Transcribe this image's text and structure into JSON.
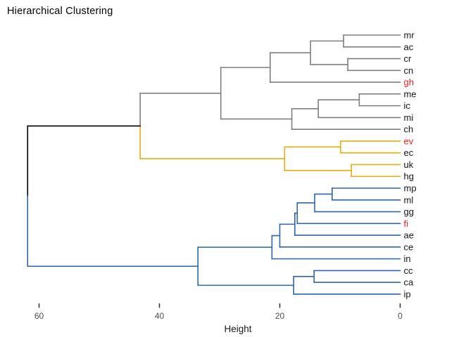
{
  "title": "Hierarchical Clustering",
  "colors": {
    "background": "#ffffff",
    "root_branch": "#000000",
    "gray_cluster": "#7f7f7f",
    "gold_cluster": "#E9AE0E",
    "blue_cluster": "#2A65B5",
    "leaf_label": "#141414",
    "highlight_label": "#F8201D",
    "tick_mark": "#333333",
    "tick_label": "#4d4d4d",
    "axis_label": "#1a1a1a"
  },
  "chart_data": {
    "type": "dendrogram",
    "title": "Hierarchical Clustering",
    "xlabel": "Height",
    "orientation": "horizontal-root-left",
    "grid": false,
    "legend": false,
    "x_axis": {
      "tick_values": [
        60,
        40,
        20,
        0
      ],
      "tick_labels": [
        "60",
        "40",
        "20",
        "0"
      ],
      "reversed": true,
      "range": [
        0,
        63
      ]
    },
    "leaf_order_top_to_bottom": [
      "mr",
      "ac",
      "cr",
      "cn",
      "gh",
      "me",
      "ic",
      "mi",
      "ch",
      "ev",
      "ec",
      "uk",
      "hg",
      "mp",
      "ml",
      "gg",
      "fi",
      "ae",
      "ce",
      "in",
      "cc",
      "ca",
      "ip"
    ],
    "highlighted_leaves": [
      "gh",
      "ev",
      "fi"
    ],
    "clusters": [
      {
        "name": "cluster-gray",
        "color_key": "gray",
        "leaves": [
          "mr",
          "ac",
          "cr",
          "cn",
          "gh",
          "me",
          "ic",
          "mi",
          "ch"
        ]
      },
      {
        "name": "cluster-gold",
        "color_key": "gold",
        "leaves": [
          "ev",
          "ec",
          "uk",
          "hg"
        ]
      },
      {
        "name": "cluster-blue",
        "color_key": "blue",
        "leaves": [
          "mp",
          "ml",
          "gg",
          "fi",
          "ae",
          "ce",
          "in",
          "cc",
          "ca",
          "ip"
        ]
      }
    ],
    "tree": {
      "h": 61.9,
      "color": null,
      "children": [
        {
          "h": 43.2,
          "color": null,
          "children": [
            {
              "h": 29.8,
              "color": "gray",
              "children": [
                {
                  "h": 21.6,
                  "color": "gray",
                  "children": [
                    {
                      "h": 14.9,
                      "color": "gray",
                      "children": [
                        {
                          "h": 9.4,
                          "color": "gray",
                          "children": [
                            {
                              "leaf": "mr"
                            },
                            {
                              "leaf": "ac"
                            }
                          ]
                        },
                        {
                          "h": 8.7,
                          "color": "gray",
                          "children": [
                            {
                              "leaf": "cr"
                            },
                            {
                              "leaf": "cn"
                            }
                          ]
                        }
                      ]
                    },
                    {
                      "leaf": "gh",
                      "red": true
                    }
                  ]
                },
                {
                  "h": 18.0,
                  "color": "gray",
                  "children": [
                    {
                      "h": 13.6,
                      "color": "gray",
                      "children": [
                        {
                          "h": 6.8,
                          "color": "gray",
                          "children": [
                            {
                              "leaf": "me"
                            },
                            {
                              "leaf": "ic"
                            }
                          ]
                        },
                        {
                          "leaf": "mi"
                        }
                      ]
                    },
                    {
                      "leaf": "ch"
                    }
                  ]
                }
              ]
            },
            {
              "h": 19.2,
              "color": "gold",
              "children": [
                {
                  "h": 9.9,
                  "color": "gold",
                  "children": [
                    {
                      "leaf": "ev",
                      "red": true
                    },
                    {
                      "leaf": "ec"
                    }
                  ]
                },
                {
                  "h": 8.1,
                  "color": "gold",
                  "children": [
                    {
                      "leaf": "uk"
                    },
                    {
                      "leaf": "hg"
                    }
                  ]
                }
              ]
            }
          ]
        },
        {
          "h": 33.6,
          "color": "blue",
          "children": [
            {
              "h": 21.3,
              "color": "blue",
              "children": [
                {
                  "h": 20.0,
                  "color": "blue",
                  "children": [
                    {
                      "h": 17.5,
                      "color": "blue",
                      "children": [
                        {
                          "h": 17.1,
                          "color": "blue",
                          "children": [
                            {
                              "h": 14.2,
                              "color": "blue",
                              "children": [
                                {
                                  "h": 11.3,
                                  "color": "blue",
                                  "children": [
                                    {
                                      "leaf": "mp"
                                    },
                                    {
                                      "leaf": "ml"
                                    }
                                  ]
                                },
                                {
                                  "leaf": "gg"
                                }
                              ]
                            },
                            {
                              "leaf": "fi",
                              "red": true
                            }
                          ]
                        },
                        {
                          "leaf": "ae"
                        }
                      ]
                    },
                    {
                      "leaf": "ce"
                    }
                  ]
                },
                {
                  "leaf": "in"
                }
              ]
            },
            {
              "h": 17.7,
              "color": "blue",
              "children": [
                {
                  "h": 14.3,
                  "color": "blue",
                  "children": [
                    {
                      "leaf": "cc"
                    },
                    {
                      "leaf": "ca"
                    }
                  ]
                },
                {
                  "leaf": "ip"
                }
              ]
            }
          ]
        }
      ]
    }
  }
}
